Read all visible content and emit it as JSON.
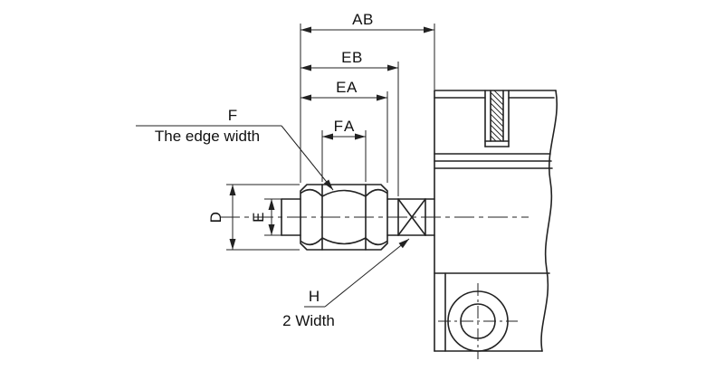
{
  "diagram": {
    "line_color": "#222222",
    "background_color": "#ffffff",
    "labels": {
      "ab": "AB",
      "eb": "EB",
      "ea": "EA",
      "fa": "FA",
      "f": "F",
      "f_description": "The edge width",
      "d": "D",
      "e": "E",
      "h": "H",
      "h_description": "2 Width"
    }
  }
}
